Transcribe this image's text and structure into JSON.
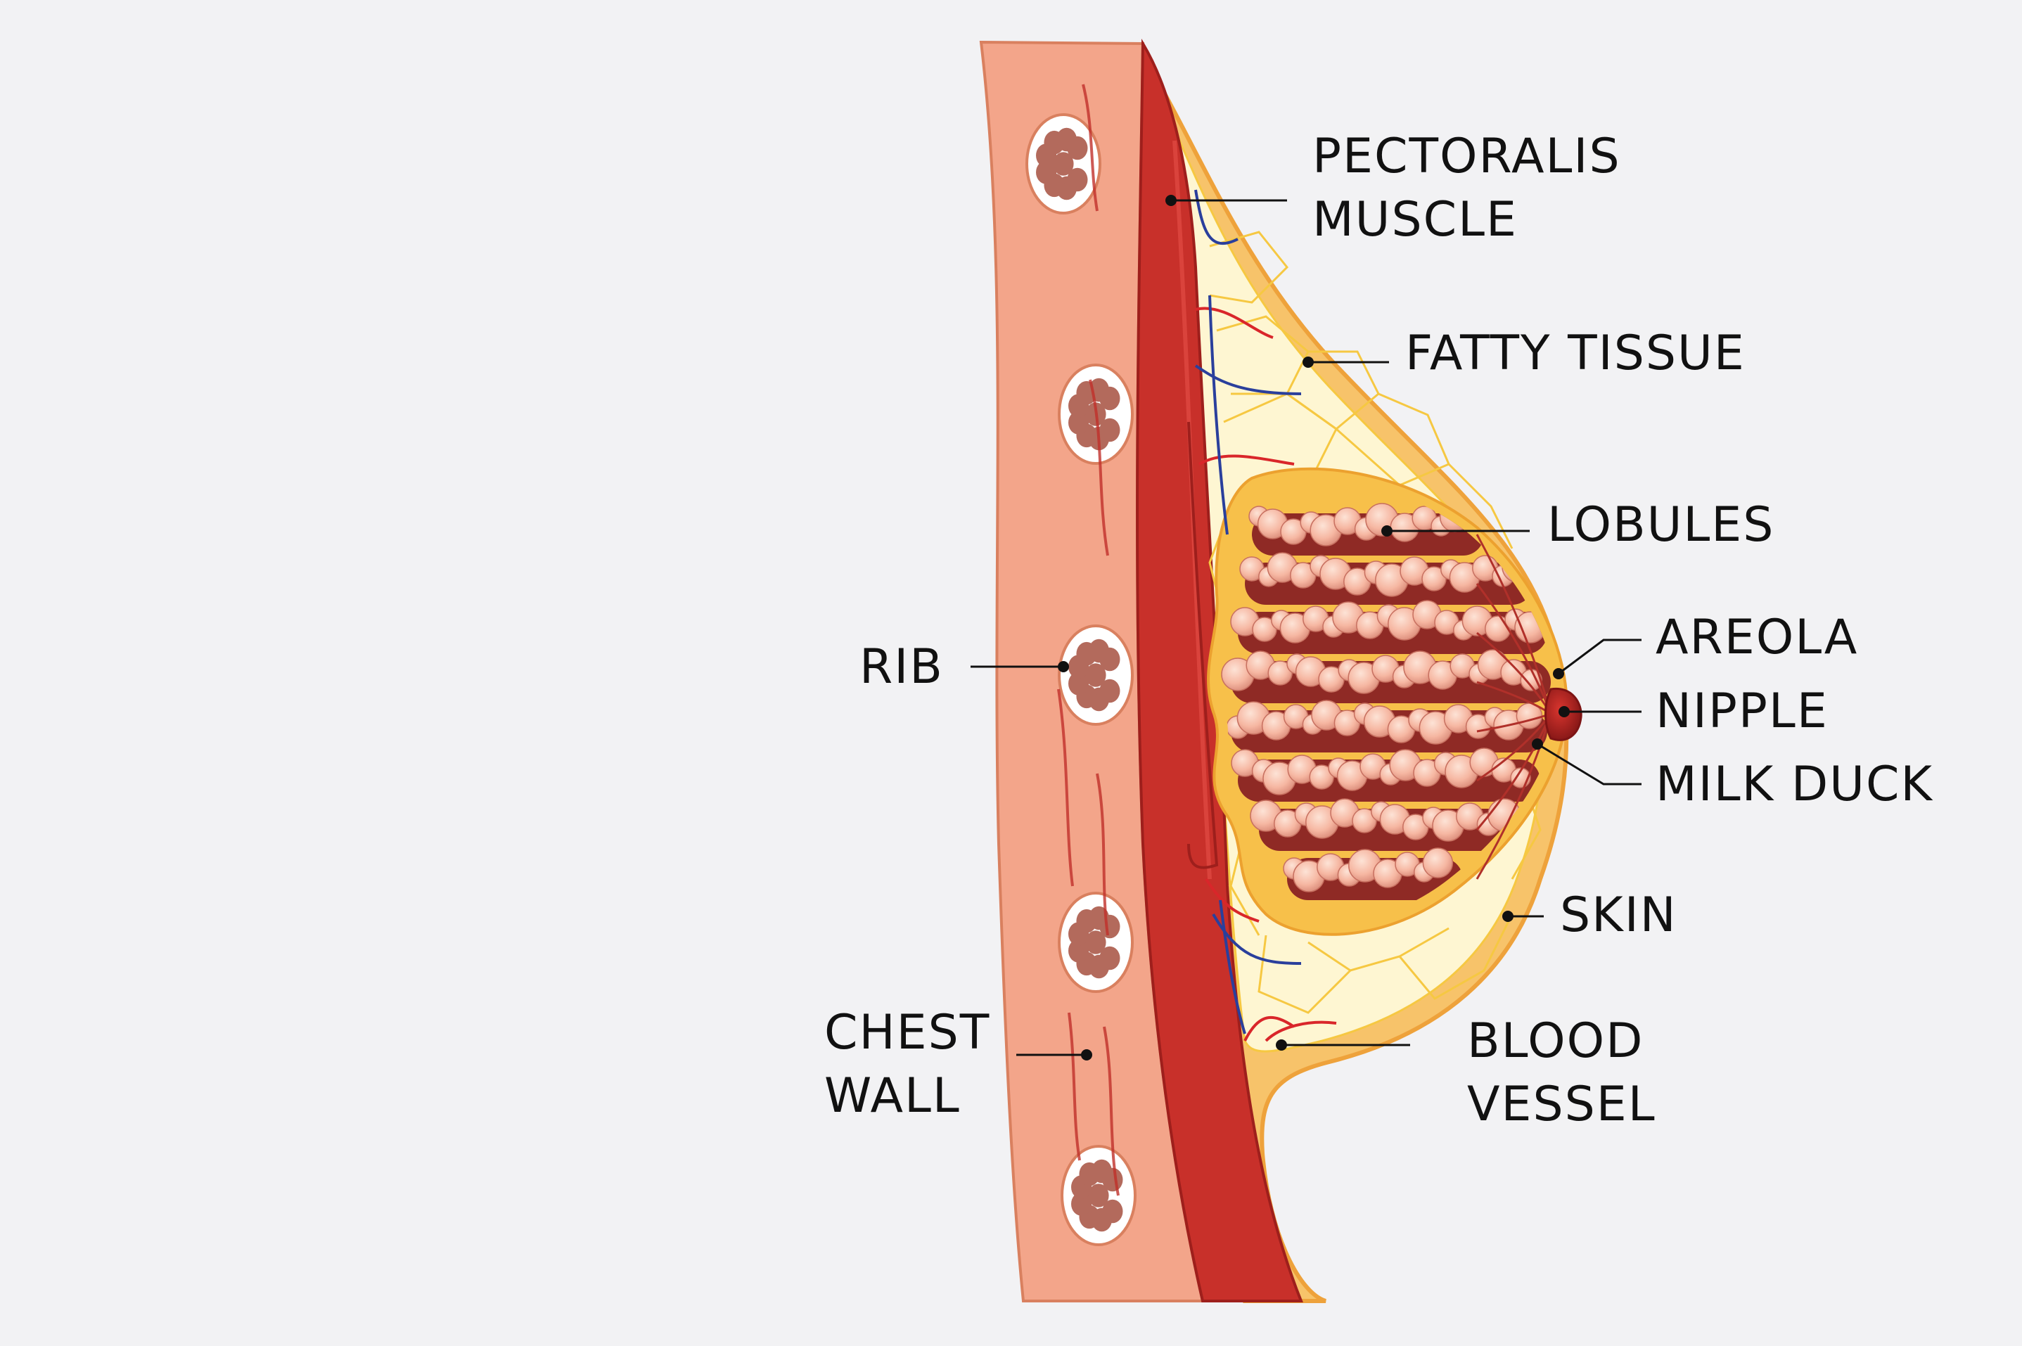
{
  "labels": {
    "pectoralis_muscle": [
      "PECTORALIS",
      "MUSCLE"
    ],
    "fatty_tissue": [
      "FATTY TISSUE"
    ],
    "lobules": [
      "LOBULES"
    ],
    "areola": [
      "AREOLA"
    ],
    "nipple": [
      "NIPPLE"
    ],
    "milk_duck": [
      "MILK DUCK"
    ],
    "skin": [
      "SKIN"
    ],
    "blood_vessel": [
      "BLOOD",
      "VESSEL"
    ],
    "rib": [
      "RIB"
    ],
    "chest_wall": [
      "CHEST",
      "WALL"
    ]
  },
  "colors": {
    "background": "#f2f2f4",
    "chest_wall": "#f3a58a",
    "chest_wall_edge": "#d9805f",
    "muscle": "#c8302a",
    "muscle_dark": "#9e1f1c",
    "fat": "#fdf3c4",
    "fat_lines": "#f6c842",
    "skin_outline": "#f2a33a",
    "lobule_light": "#f6b7a2",
    "lobule_dark": "#8f2a25",
    "lobule_bed": "#f7c04a",
    "nipple": "#b32020",
    "rib_fill": "#ffffff",
    "rib_marrow": "#b36a5c",
    "vein": "#2a3f9c",
    "artery": "#d9262a",
    "label_text": "#111111",
    "leader_line": "#111111"
  }
}
